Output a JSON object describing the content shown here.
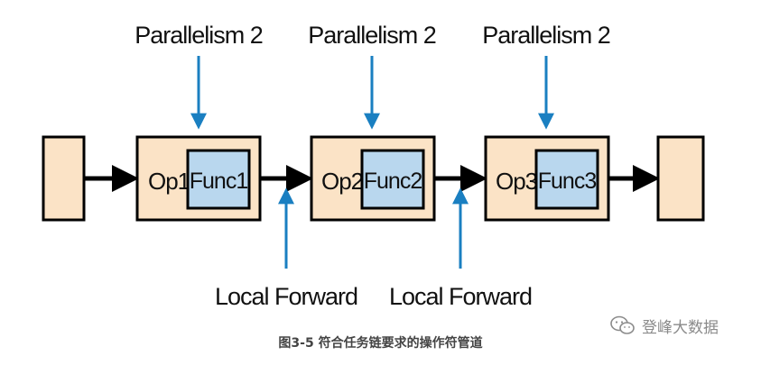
{
  "diagram": {
    "colors": {
      "op_fill": "#fbe3c6",
      "func_fill": "#b9d7ee",
      "stroke": "#000000",
      "forward_arrow": "#000000",
      "annotation_arrow": "#1a7fc1"
    },
    "source_node": {
      "label": ""
    },
    "sink_node": {
      "label": ""
    },
    "operators": [
      {
        "op": "Op1",
        "func": "Func1",
        "parallelism": "Parallelism 2"
      },
      {
        "op": "Op2",
        "func": "Func2",
        "parallelism": "Parallelism 2"
      },
      {
        "op": "Op3",
        "func": "Func3",
        "parallelism": "Parallelism 2"
      }
    ],
    "links": [
      {
        "label": "Local Forward"
      },
      {
        "label": "Local Forward"
      }
    ]
  },
  "caption": "图3-5 符合任务链要求的操作符管道",
  "watermark": {
    "icon": "wechat-icon",
    "text": "登峰大数据"
  }
}
